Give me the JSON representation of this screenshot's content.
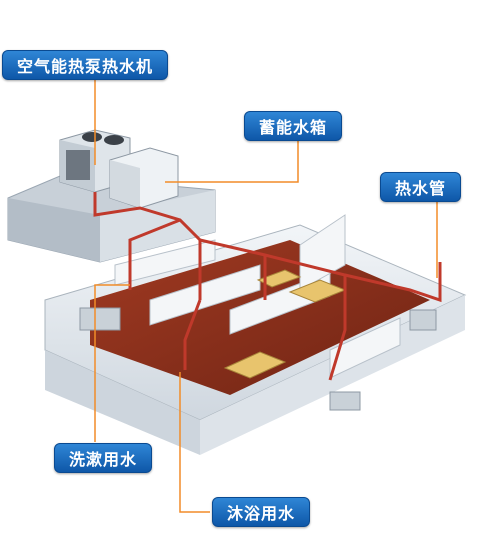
{
  "labels": {
    "heat_pump": "空气能热泵热水机",
    "storage_tank": "蓄能水箱",
    "hot_water_pipe": "热水管",
    "washing_water": "洗漱用水",
    "bathing_water": "沐浴用水"
  },
  "colors": {
    "label_bg": "#1565c0",
    "leader_line": "#f28c28",
    "pipe": "#c0392b",
    "floor": "#8b2e1c",
    "wall": "#e6ebf0"
  }
}
